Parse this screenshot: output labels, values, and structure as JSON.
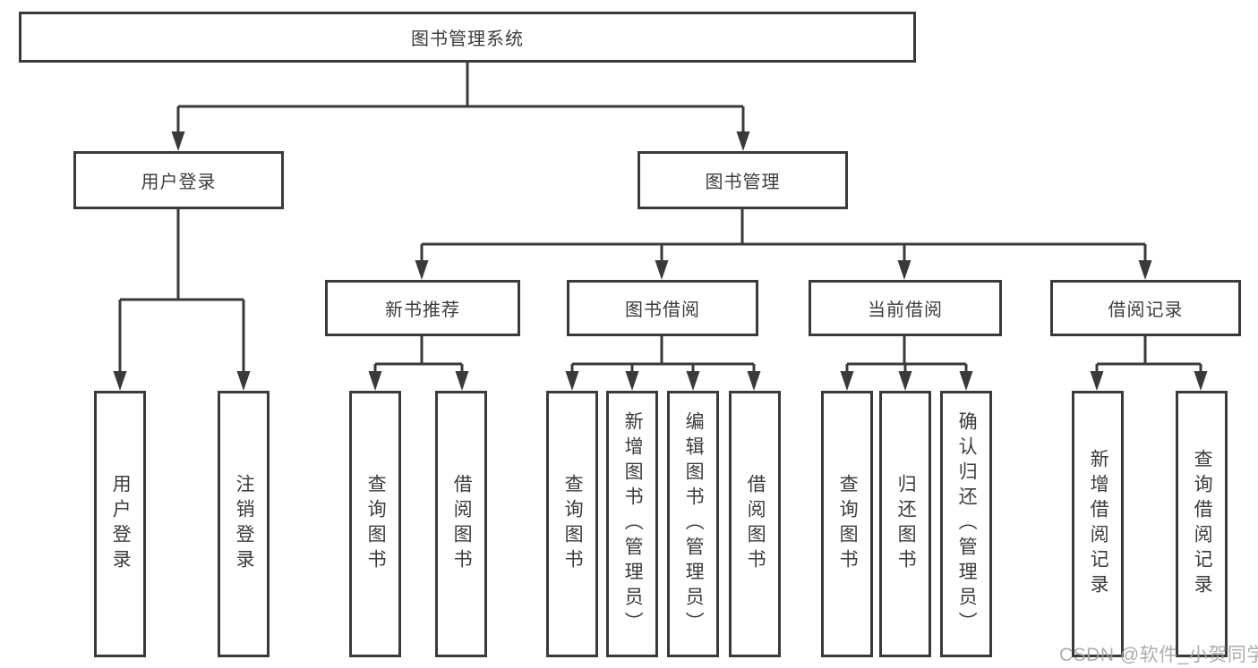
{
  "title": "图书管理系统",
  "branches": {
    "user_login": {
      "label": "用户登录",
      "children": [
        {
          "label": "用户登录"
        },
        {
          "label": "注销登录"
        }
      ]
    },
    "book_mgmt": {
      "label": "图书管理",
      "sections": [
        {
          "label": "新书推荐",
          "children": [
            {
              "label": "查询图书"
            },
            {
              "label": "借阅图书"
            }
          ]
        },
        {
          "label": "图书借阅",
          "children": [
            {
              "label": "查询图书"
            },
            {
              "label": "新增图书（管理员）"
            },
            {
              "label": "编辑图书（管理员）"
            },
            {
              "label": "借阅图书"
            }
          ]
        },
        {
          "label": "当前借阅",
          "children": [
            {
              "label": "查询图书"
            },
            {
              "label": "归还图书"
            },
            {
              "label": "确认归还（管理员）"
            }
          ]
        },
        {
          "label": "借阅记录",
          "children": [
            {
              "label": "新增借阅记录"
            },
            {
              "label": "查询借阅记录"
            }
          ]
        }
      ]
    }
  },
  "watermark": "CSDN @软件_小贺同学",
  "colors": {
    "line": "#3a3a3a",
    "text": "#3c3c3c",
    "watermark": "#a4a4a4",
    "background": "#ffffff"
  }
}
